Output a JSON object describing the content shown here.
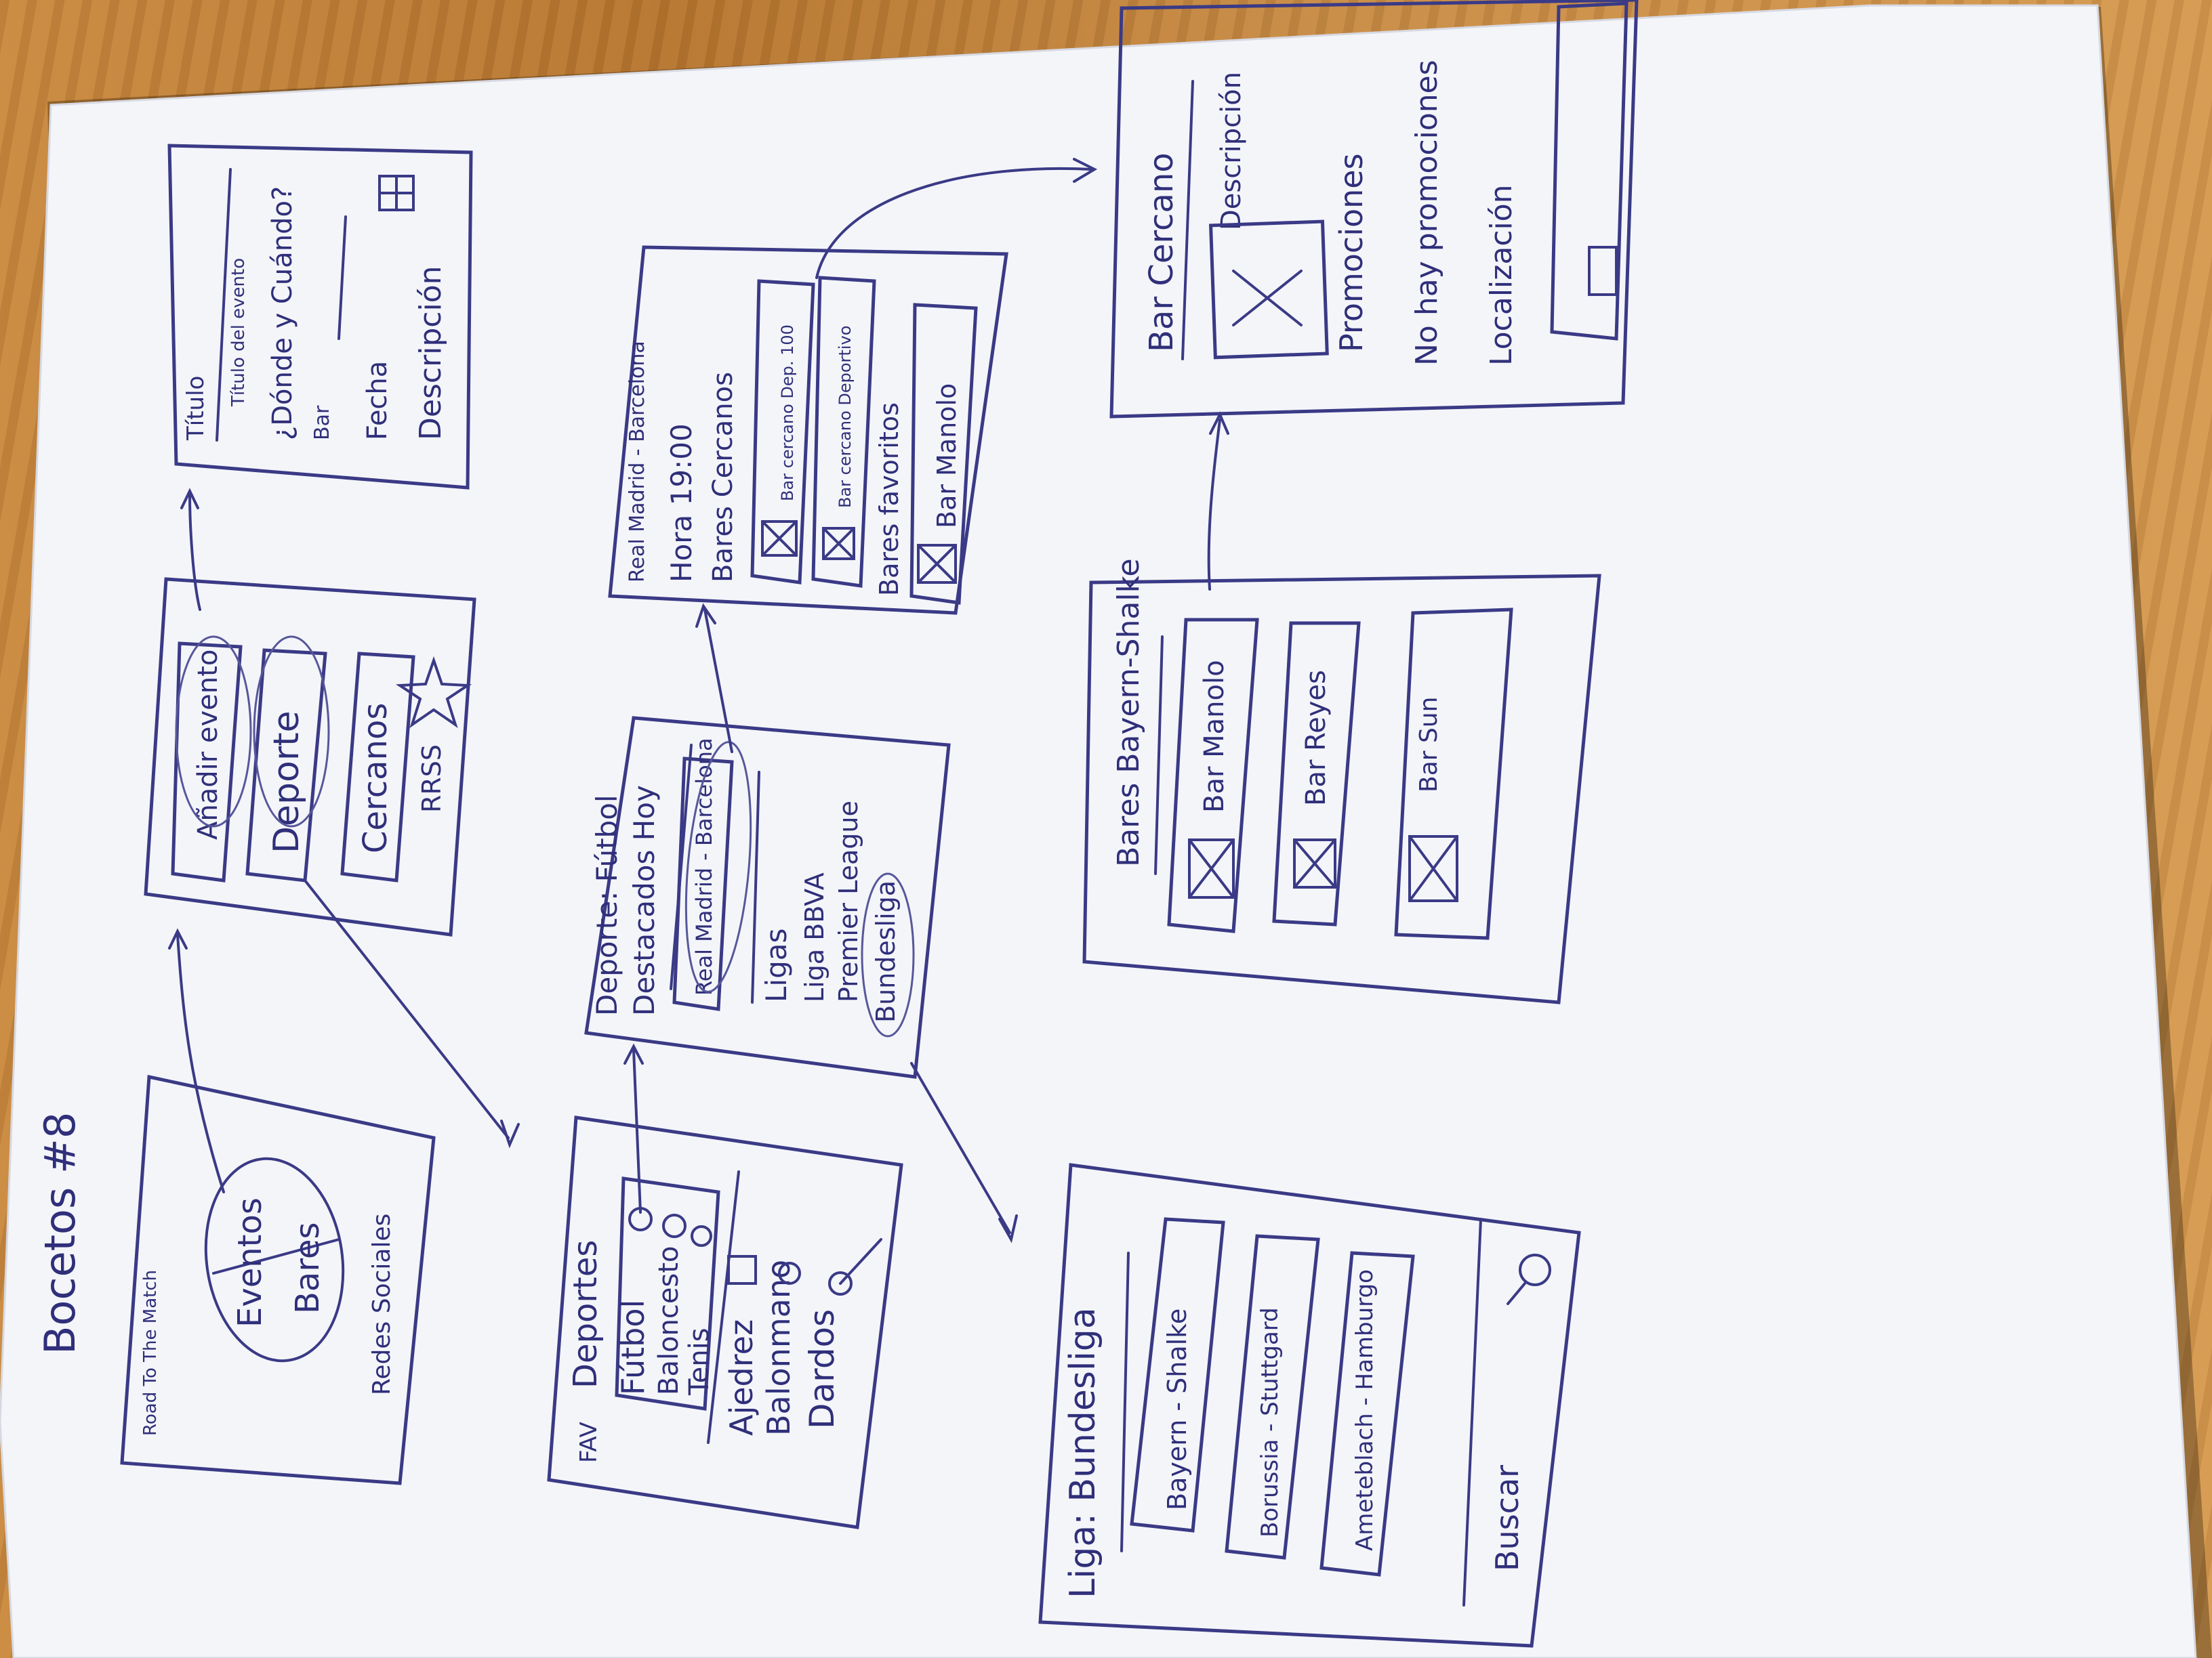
{
  "page": {
    "title": "Bocetos #8"
  },
  "screen1": {
    "title": "Road To The Match",
    "eventos": "Eventos",
    "bares": "Bares",
    "redes": "Redes Sociales"
  },
  "screen2": {
    "anadir": "Añadir evento",
    "deporte": "Deporte",
    "cercanos": "Cercanos",
    "rrss": "RRSS"
  },
  "screen3": {
    "titulo": "Título",
    "titulo_placeholder": "Título del evento",
    "donde": "¿Dónde y Cuándo?",
    "bar": "Bar",
    "fecha": "Fecha",
    "descripcion": "Descripción"
  },
  "screen4": {
    "fav": "FAV",
    "deportes": "Deportes",
    "futbol": "Fútbol",
    "baloncesto": "Baloncesto",
    "tenis": "Tenis",
    "ajedrez": "Ajedrez",
    "balonmano": "Balonmano",
    "dardos": "Dardos"
  },
  "screen5": {
    "title": "Deporte: Fútbol",
    "destacados": "Destacados Hoy",
    "match": "Real Madrid - Barcelona",
    "ligas": "Ligas",
    "liga1": "Liga BBVA",
    "liga2": "Premier League",
    "liga3": "Bundesliga"
  },
  "screen6": {
    "match": "Real Madrid - Barcelona",
    "hora": "Hora 19:00",
    "bares_cercanos": "Bares Cercanos",
    "bar1": "Bar cercano Dep. 100",
    "bar2": "Bar cercano Deportivo",
    "bares_favoritos": "Bares favoritos",
    "bar3": "Bar Manolo"
  },
  "screen7": {
    "title": "Bar Cercano",
    "descripcion": "Descripción",
    "promociones": "Promociones",
    "no_promo": "No hay promociones",
    "localizacion": "Localización"
  },
  "screen8": {
    "title": "Bares Bayern-Shalke",
    "bar1": "Bar Manolo",
    "bar2": "Bar Reyes",
    "bar3": "Bar Sun"
  },
  "screen9": {
    "title": "Liga: Bundesliga",
    "m1": "Bayern - Shalke",
    "m2": "Borussia - Stuttgard",
    "m3": "Ameteblach - Hamburgo",
    "buscar": "Buscar"
  }
}
